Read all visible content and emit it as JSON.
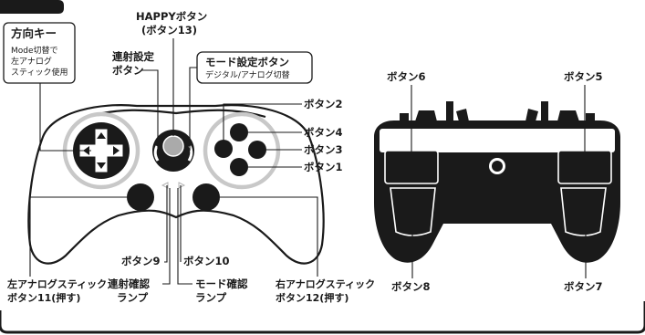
{
  "title": "",
  "callouts": {
    "direction_key": {
      "title": "方向キー",
      "desc_lines": [
        "Mode切替で",
        "左アナログ",
        "スティック使用"
      ]
    },
    "happy": {
      "line1": "HAPPYボタン",
      "line2": "(ボタン13)"
    },
    "rapid_fire": {
      "line1": "連射設定",
      "line2": "ボタン"
    },
    "mode_setting": {
      "title": "モード設定ボタン",
      "desc": "デジタル/アナログ切替"
    },
    "button2": "ボタン2",
    "button4": "ボタン4",
    "button3": "ボタン3",
    "button1": "ボタン1",
    "button9": "ボタン9",
    "button10": "ボタン10",
    "left_stick": {
      "line1": "左アナログスティック",
      "line2": "ボタン11(押す)"
    },
    "rapid_lamp": {
      "line1": "連射確認",
      "line2": "ランプ"
    },
    "mode_lamp": {
      "line1": "モード確認",
      "line2": "ランプ"
    },
    "right_stick": {
      "line1": "右アナログスティック",
      "line2": "ボタン12(押す)"
    }
  },
  "back_view": {
    "button6": "ボタン6",
    "button5": "ボタン5",
    "button8": "ボタン8",
    "button7": "ボタン7"
  },
  "colors": {
    "ink": "#1a1a1a",
    "ring": "#c8c8c8",
    "lamp_ring": "#b4b4b4"
  }
}
